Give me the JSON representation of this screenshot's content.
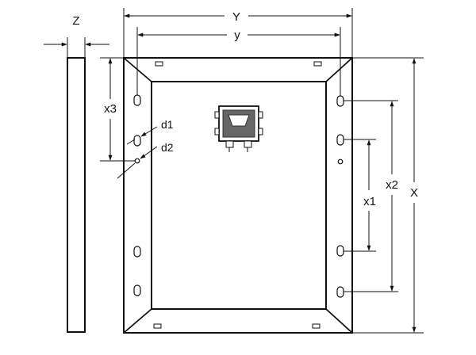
{
  "dimensions": {
    "Z": "Z",
    "Y": "Y",
    "y": "y",
    "x3": "x3",
    "d1": "d1",
    "d2": "d2",
    "x1": "x1",
    "x2": "x2",
    "X": "X"
  },
  "colors": {
    "line": "#111111",
    "background": "#ffffff",
    "junction_box": "#666666"
  }
}
